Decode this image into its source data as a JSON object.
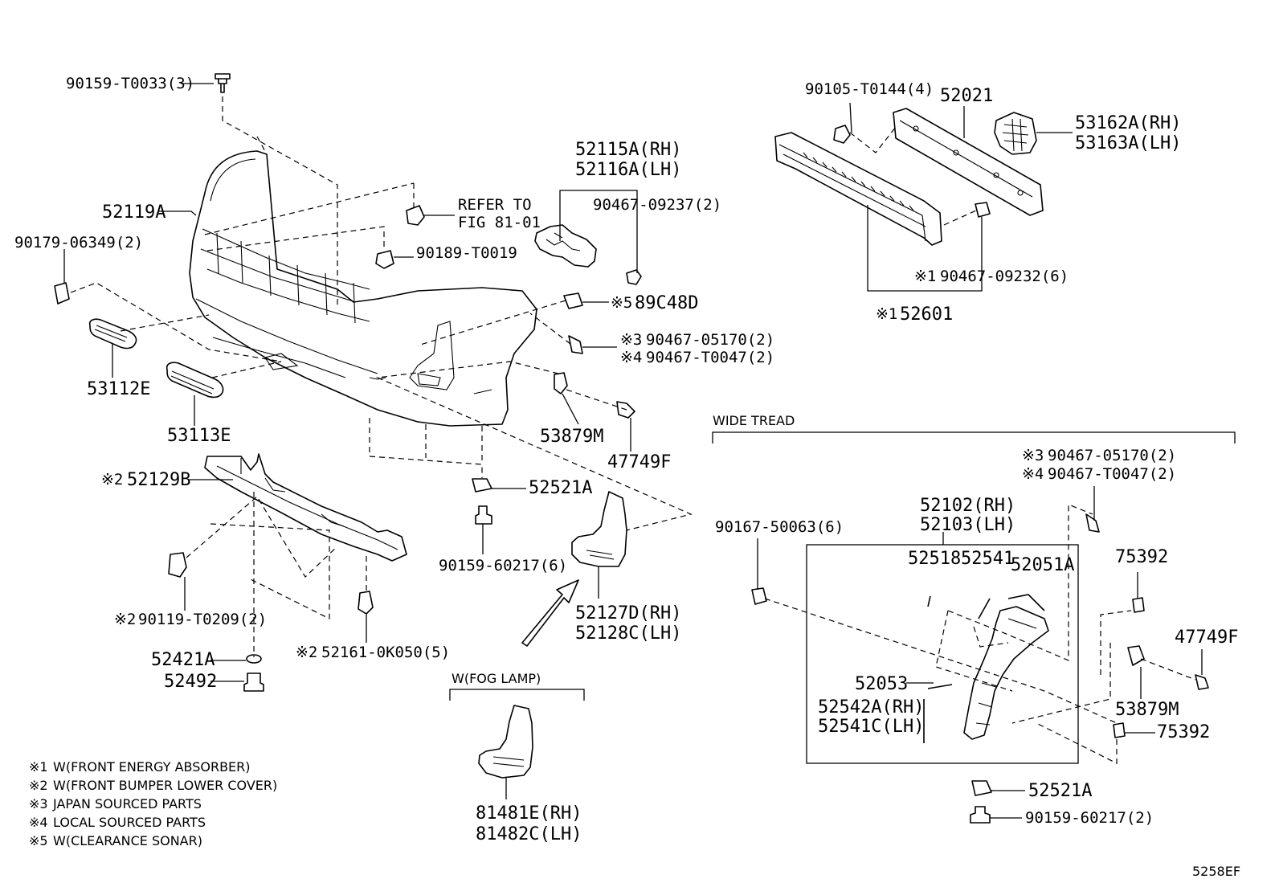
{
  "diagram_id": "5258EF",
  "labels": {
    "p90159_T0033": "90159-T0033(3)",
    "p52119A": "52119A",
    "p90179_06349": "90179-06349(2)",
    "refer_to": "REFER TO",
    "fig_81_01": "FIG 81-01",
    "p90189_T0019": "90189-T0019",
    "p53112E": "53112E",
    "p53113E": "53113E",
    "p52129B": "52129B",
    "p90119_T0209": "90119-T0209(2)",
    "p52421A": "52421A",
    "p52492": "52492",
    "p52161_0K050": "52161-0K050(5)",
    "p52115A": "52115A(RH)",
    "p52116A": "52116A(LH)",
    "p90467_09237": "90467-09237(2)",
    "p89C48D": "89C48D",
    "p90467_05170_a": "90467-05170(2)",
    "p90467_T0047_a": "90467-T0047(2)",
    "p53879M_a": "53879M",
    "p47749F_a": "47749F",
    "p52521A_a": "52521A",
    "p90159_60217_a": "90159-60217(6)",
    "p52127D": "52127D(RH)",
    "p52128C": "52128C(LH)",
    "fog_lamp_title": "W(FOG LAMP)",
    "p81481E": "81481E(RH)",
    "p81482C": "81482C(LH)",
    "p90105_T0144": "90105-T0144(4)",
    "p52021": "52021",
    "p53162A": "53162A(RH)",
    "p53163A": "53163A(LH)",
    "p90467_09232": "90467-09232(6)",
    "p52601": "52601",
    "wide_tread_title": "WIDE TREAD",
    "p90467_05170_b": "90467-05170(2)",
    "p90467_T0047_b": "90467-T0047(2)",
    "p52102": "52102(RH)",
    "p52103": "52103(LH)",
    "p90167_50063": "90167-50063(6)",
    "p52518": "52518",
    "p52541": "52541",
    "p52051A": "52051A",
    "p75392_a": "75392",
    "p47749F_b": "47749F",
    "p52053": "52053",
    "p52542A": "52542A(RH)",
    "p52541C": "52541C(LH)",
    "p53879M_b": "53879M",
    "p75392_b": "75392",
    "p52521A_b": "52521A",
    "p90159_60217_b": "90159-60217(2)"
  },
  "marks": {
    "m1": "※1",
    "m2": "※2",
    "m3": "※3",
    "m4": "※4",
    "m5": "※5"
  },
  "legend": [
    {
      "mark": "※1",
      "text": "W(FRONT ENERGY ABSORBER)"
    },
    {
      "mark": "※2",
      "text": "W(FRONT BUMPER LOWER COVER)"
    },
    {
      "mark": "※3",
      "text": "JAPAN SOURCED PARTS"
    },
    {
      "mark": "※4",
      "text": "LOCAL SOURCED PARTS"
    },
    {
      "mark": "※5",
      "text": "W(CLEARANCE SONAR)"
    }
  ]
}
